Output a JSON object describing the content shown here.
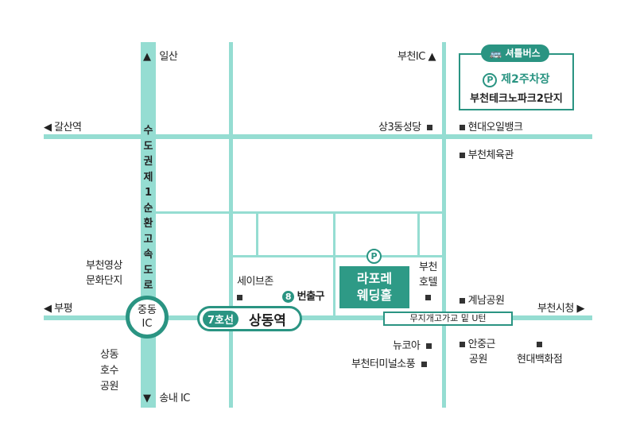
{
  "colors": {
    "road": "#95ddd2",
    "accent": "#2a9482",
    "dark_text": "#222222"
  },
  "directions": {
    "ilsan": "일산",
    "galsan": "갈산역",
    "bupyeong": "부평",
    "songnae": "송내 IC",
    "bucheon_ic": "부천IC",
    "bucheon_cityhall": "부천시청"
  },
  "highway_name": "수도권제1순환고속도로",
  "jungdong_ic": {
    "line1": "중동",
    "line2": "IC"
  },
  "station": {
    "line_badge": "7호선",
    "name": "상동역",
    "exit_number": "8",
    "exit_label": "번출구"
  },
  "venue": {
    "line1": "라포레",
    "line2": "웨딩홀",
    "parking_icon": "P"
  },
  "shuttle": {
    "badge": "셔틀버스",
    "parking_icon": "P",
    "parking_label": "제2주차장",
    "location": "부천테크노파크2단지"
  },
  "uturn": "무지개고가교 밑 U턴",
  "landmarks": {
    "sang3dong": "상3동성당",
    "hyundai_oilbank": "현대오일뱅크",
    "bucheon_gym": "부천체육관",
    "bucheon_media1": "부천영상",
    "bucheon_media2": "문화단지",
    "savezone": "세이브존",
    "bucheon_hotel1": "부천",
    "bucheon_hotel2": "호텔",
    "gyenam_park": "계남공원",
    "newcore": "뉴코아",
    "terminal": "부천터미널소풍",
    "anjunggeun1": "안중근",
    "anjunggeun2": "공원",
    "hyundai_dept": "현대백화점",
    "sangdong_lake1": "상동",
    "sangdong_lake2": "호수",
    "sangdong_lake3": "공원"
  }
}
